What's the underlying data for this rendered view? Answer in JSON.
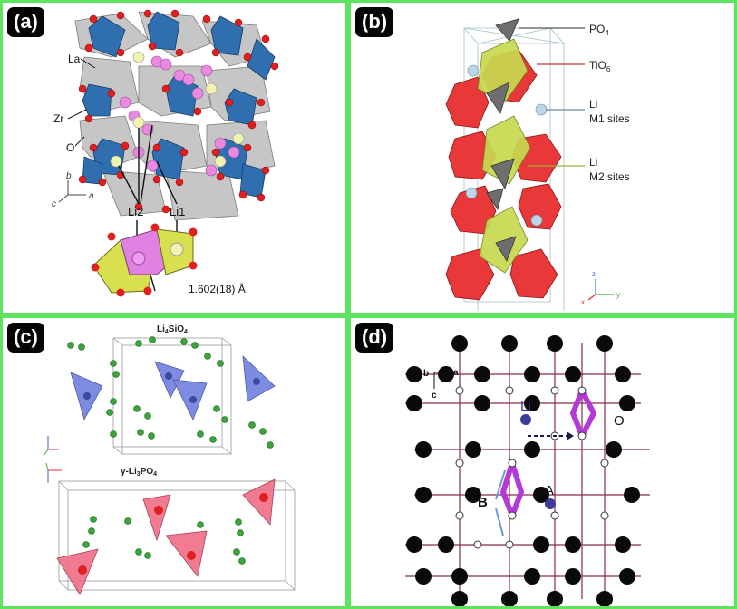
{
  "panels": [
    {
      "tag": "(a)",
      "labels": {
        "la": "La",
        "zr": "Zr",
        "o": "O",
        "li2": "Li2",
        "li1": "Li1",
        "distance": "1.602(18) Å"
      },
      "axes": {
        "b": "b",
        "c": "c",
        "a": "a"
      }
    },
    {
      "tag": "(b)",
      "labels": {
        "po4": "PO",
        "po4_sub": "4",
        "tio6": "TiO",
        "tio6_sub": "6",
        "li_m1_line1": "Li",
        "li_m1_line2": "M1 sites",
        "li_m2_line1": "Li",
        "li_m2_line2": "M2 sites"
      },
      "axes": {
        "z": "z",
        "x": "x",
        "y": "y"
      }
    },
    {
      "tag": "(c)",
      "labels": {
        "top_title": "Li",
        "top_title_sub": "4",
        "top_title_tail": "SiO",
        "top_title_sub2": "4",
        "bottom_title": "γ-Li",
        "bottom_title_sub": "3",
        "bottom_title_tail": "PO",
        "bottom_title_sub2": "4"
      }
    },
    {
      "tag": "(d)",
      "labels": {
        "li": "Li",
        "o": "O",
        "a_site": "A",
        "b_site": "B"
      },
      "axes": {
        "b": "b",
        "a": "a",
        "c": "c"
      }
    }
  ],
  "colors": {
    "panel_border": "#5ee35e",
    "tio6": "#e8383a",
    "po4": "#6e6e6e",
    "li_site_polyhedra": "#c7d94e",
    "zr_polyhedra": "#2f6fb0",
    "la_polyhedra": "#b9b9b9",
    "oxygen": "#e02020",
    "sio4_tetrahedra": "#6f7fe0",
    "po4_tetrahedra_c": "#f07088",
    "li_green": "#3aa53a",
    "chain_purple": "#b43ad8",
    "lattice_line": "#8b2a4a",
    "li_blue": "#3b3b9a"
  }
}
